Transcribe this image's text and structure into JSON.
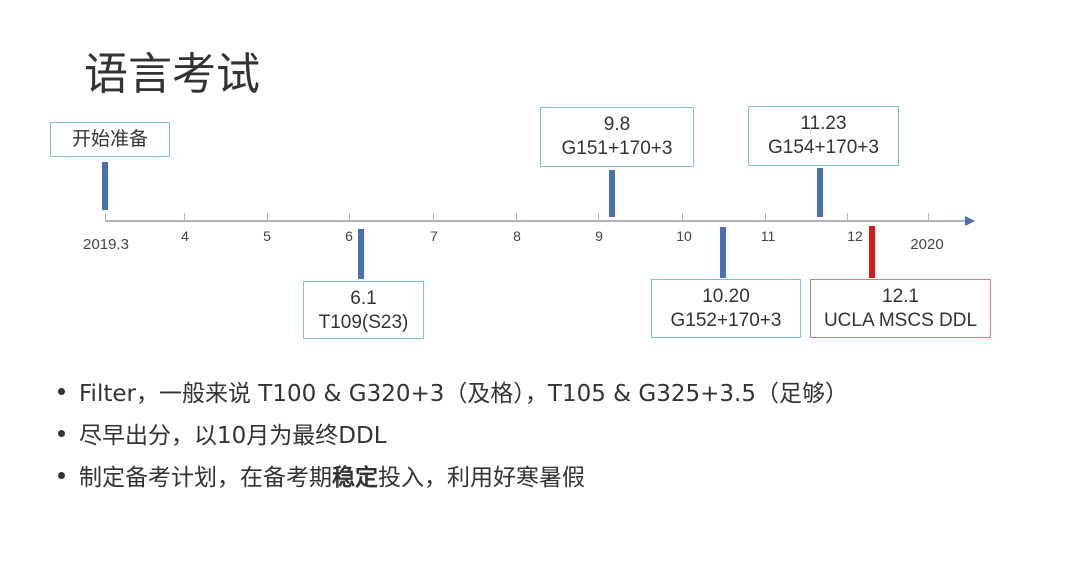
{
  "title": "语言考试",
  "axis": {
    "ticks": [
      "2019.3",
      "4",
      "5",
      "6",
      "7",
      "8",
      "9",
      "10",
      "11",
      "12",
      "2020"
    ]
  },
  "events": [
    {
      "date": "开始准备",
      "detail": ""
    },
    {
      "date": "6.1",
      "detail": "T109(S23)"
    },
    {
      "date": "9.8",
      "detail": "G151+170+3"
    },
    {
      "date": "10.20",
      "detail": "G152+170+3"
    },
    {
      "date": "11.23",
      "detail": "G154+170+3"
    },
    {
      "date": "12.1",
      "detail": "UCLA MSCS DDL"
    }
  ],
  "bullets": [
    {
      "text": "Filter，一般来说 T100 & G320+3（及格），T105 & G325+3.5（足够）"
    },
    {
      "text": "尽早出分，以10月为最终DDL"
    },
    {
      "pre": "制定备考计划，在备考期",
      "bold": "稳定",
      "post": "投入，利用好寒暑假"
    }
  ],
  "colors": {
    "axis": "#a9b4c4",
    "arrow": "#4a6fb5",
    "deadline": "#e0161b",
    "box_border": "#7fc6c6",
    "deadline_border": "#d87b7b"
  }
}
